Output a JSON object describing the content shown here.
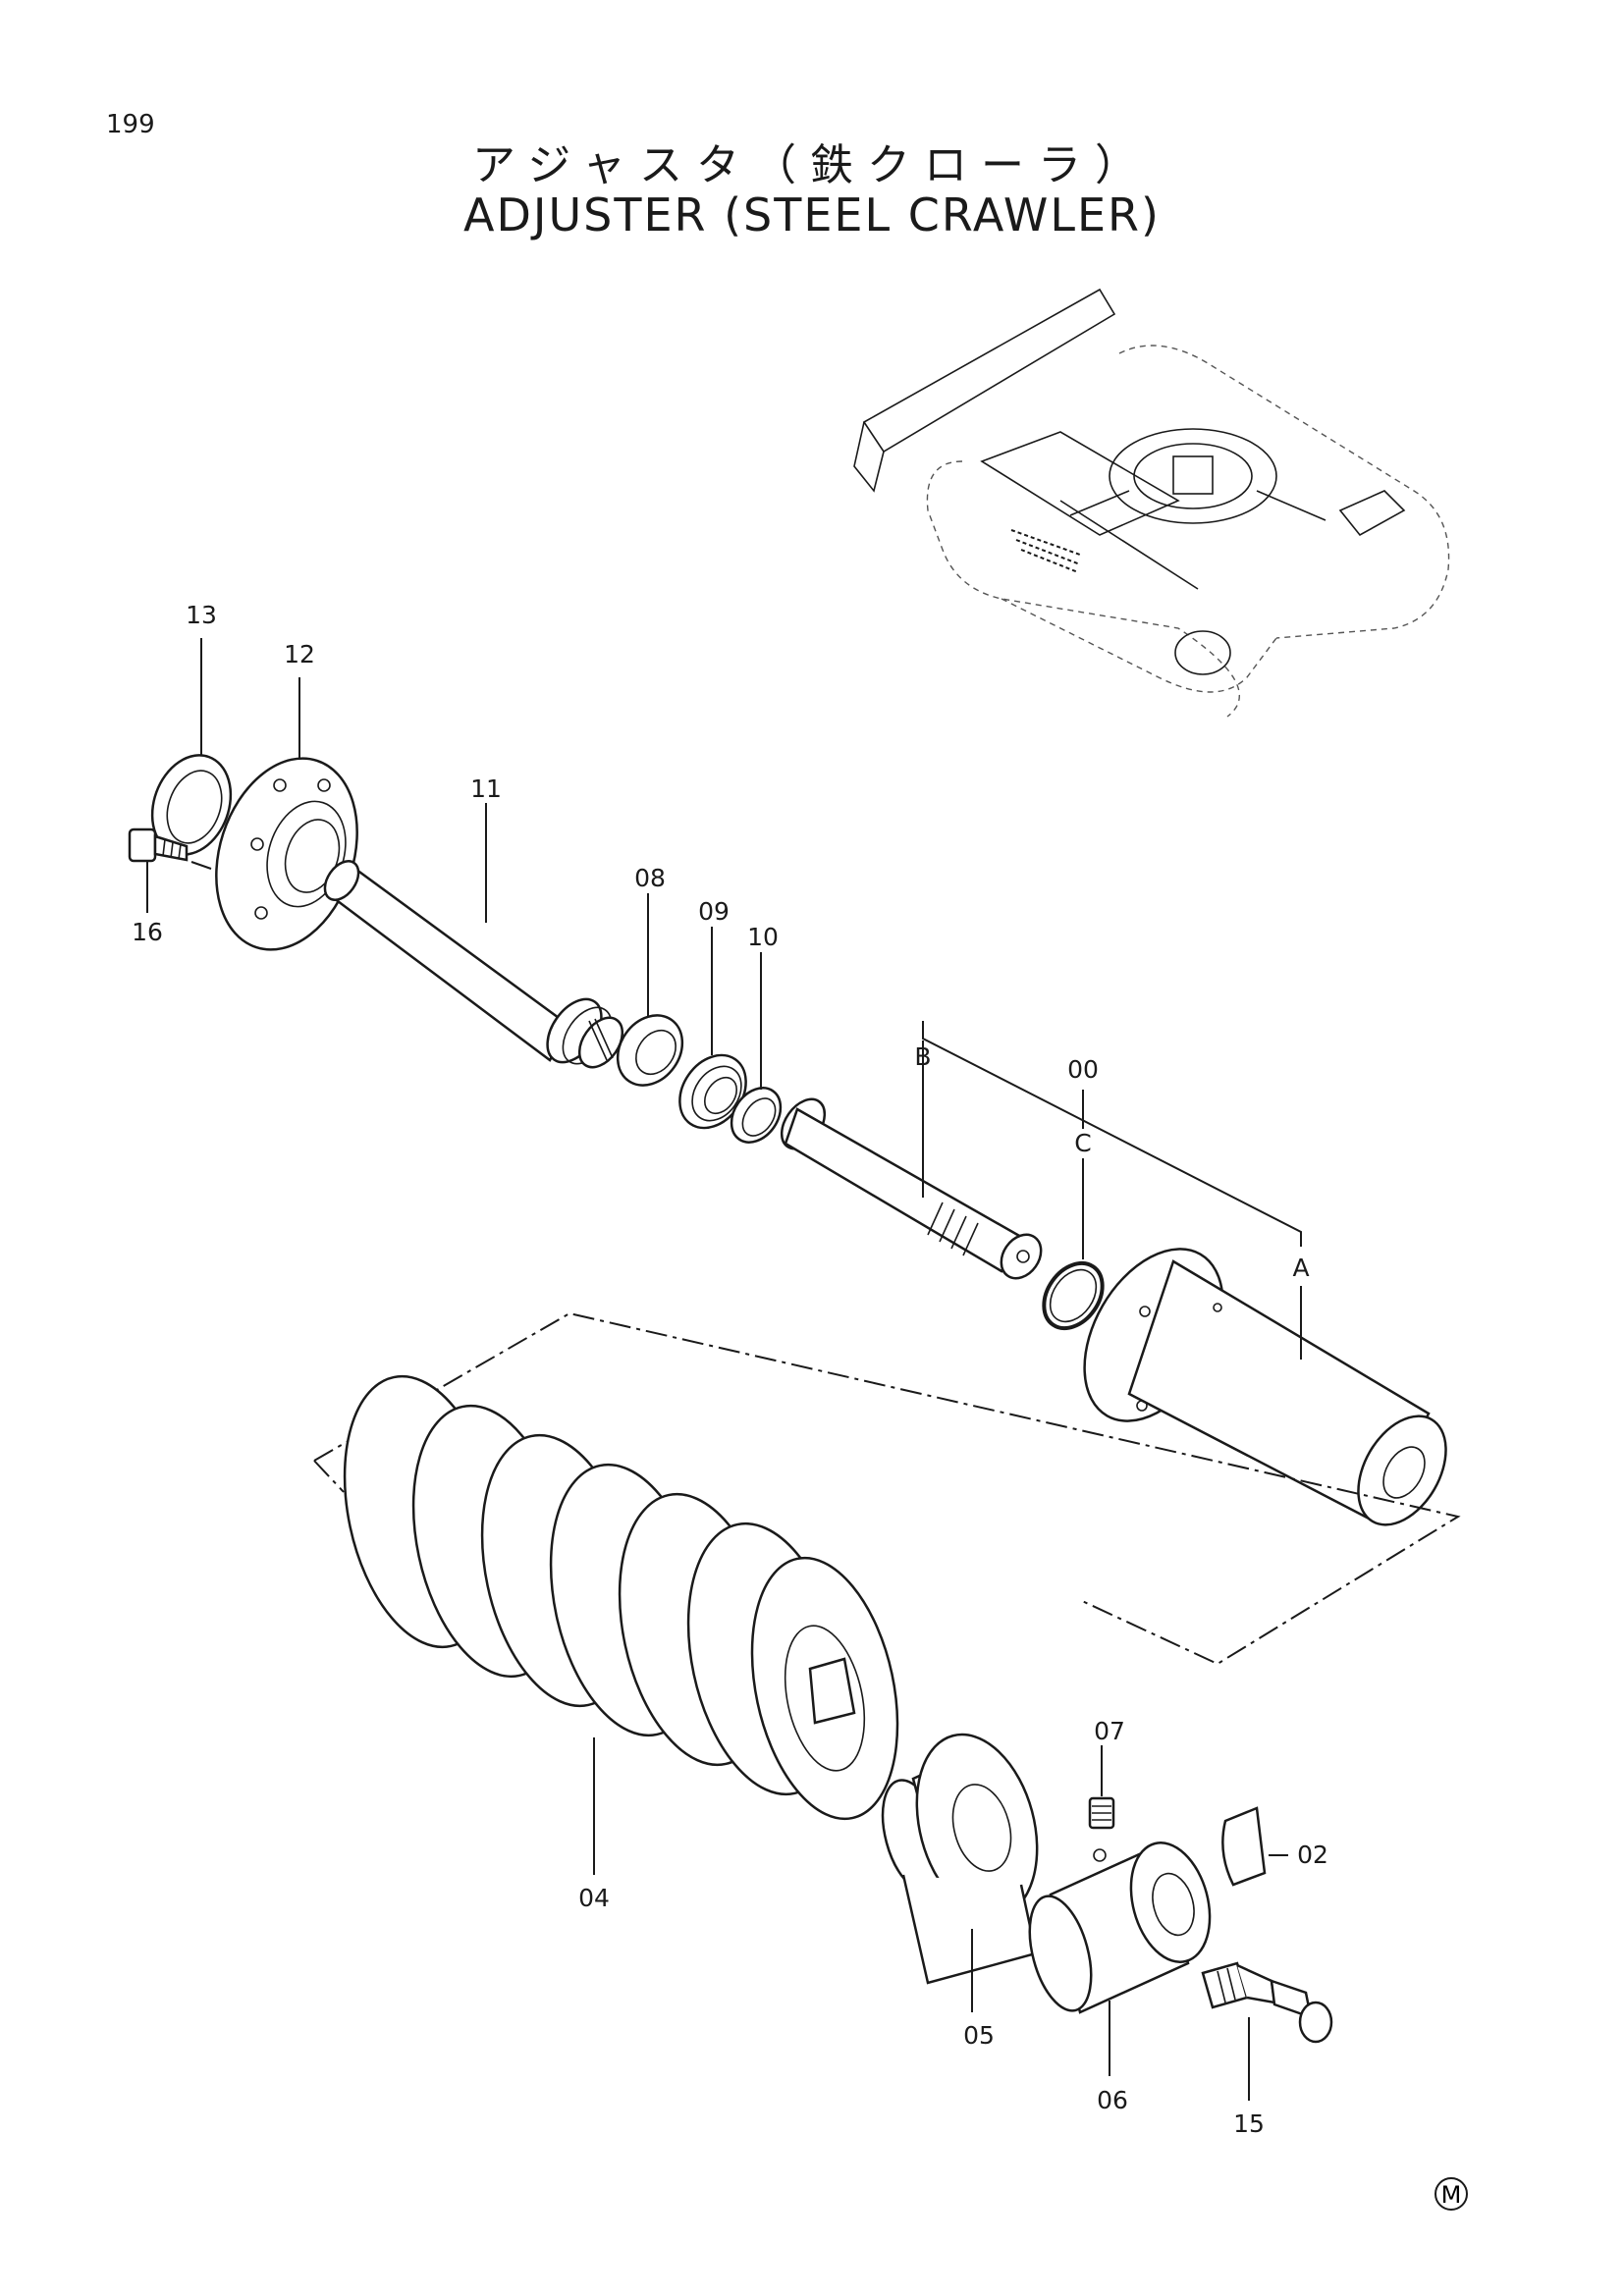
{
  "page_number": "199",
  "title_jp": "アジャスタ（鉄クローラ）",
  "title_en": "ADJUSTER (STEEL CRAWLER)",
  "callouts": {
    "p13": "13",
    "p12": "12",
    "p16": "16",
    "p11": "11",
    "p08": "08",
    "p09": "09",
    "p10": "10",
    "pB": "B",
    "p00": "00",
    "pC": "C",
    "pA": "A",
    "p07": "07",
    "p02": "02",
    "p04": "04",
    "p05": "05",
    "p06": "06",
    "p15": "15"
  },
  "corner_mark": "M"
}
